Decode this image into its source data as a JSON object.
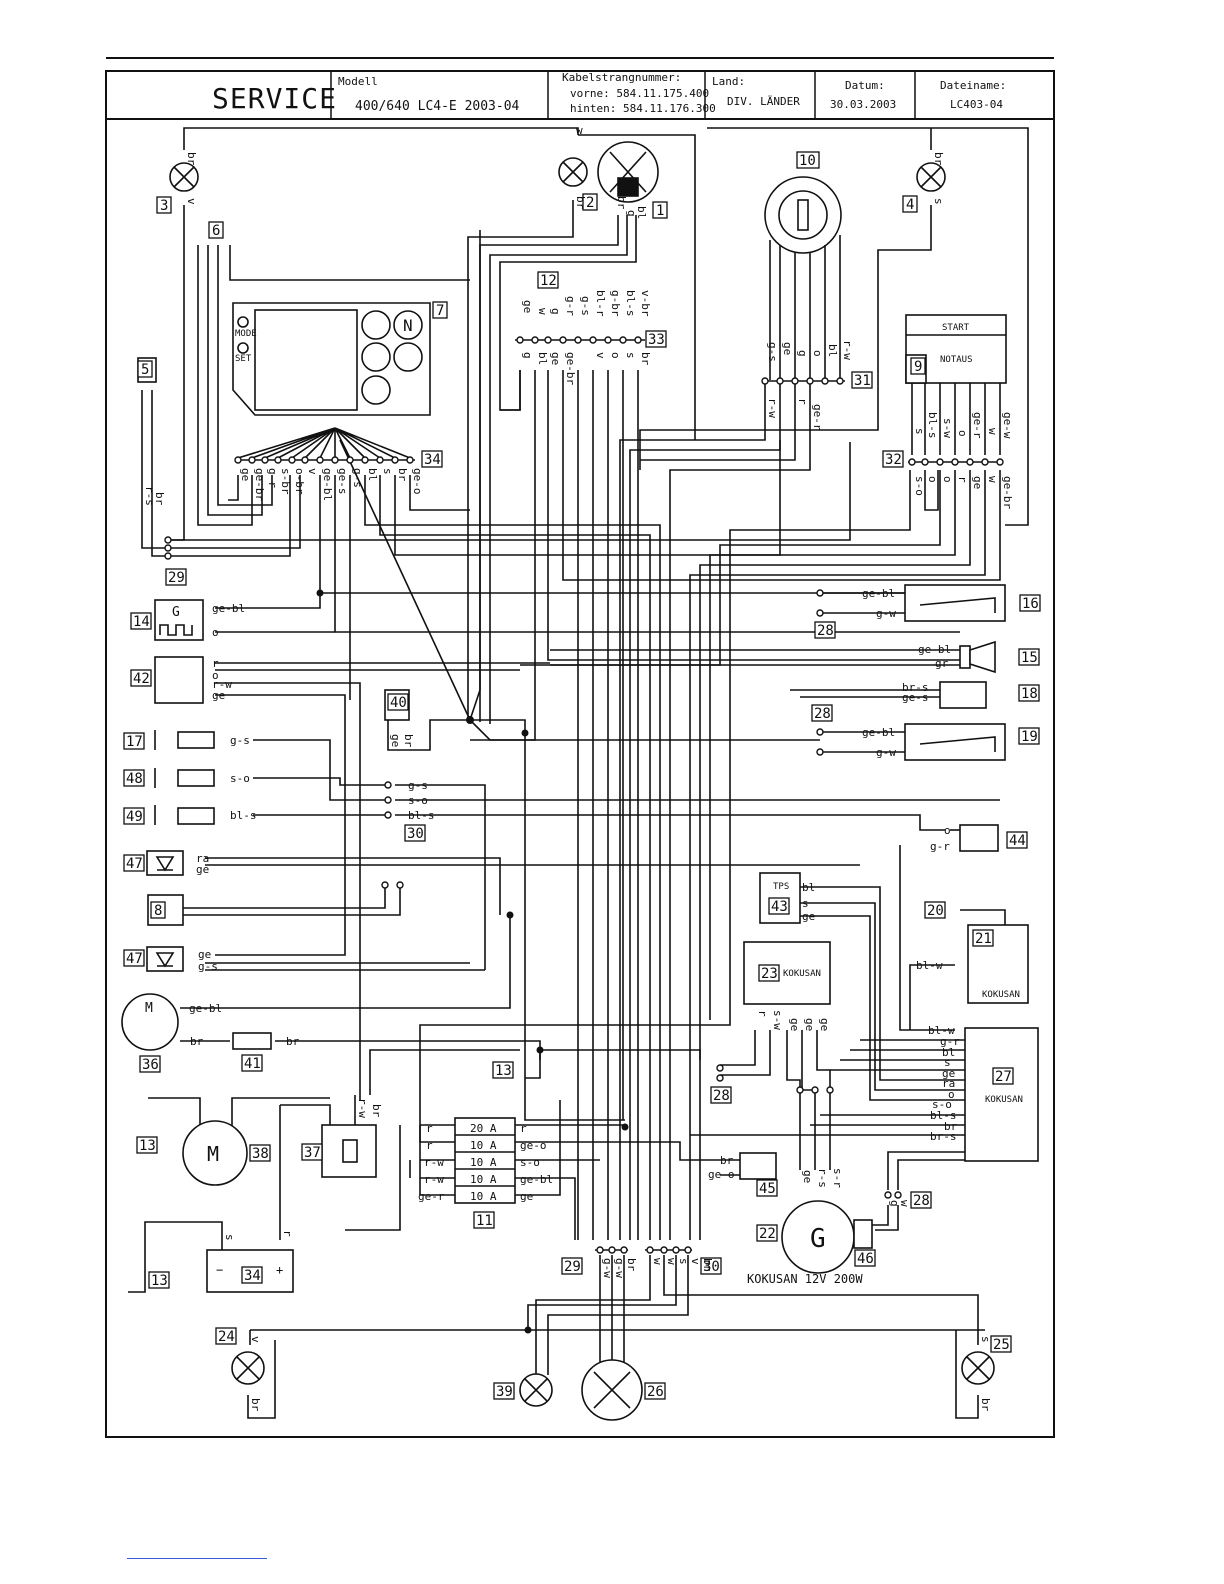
{
  "header": {
    "service": "SERVICE",
    "model_label": "Modell",
    "model_value": "400/640 LC4-E 2003-04",
    "harness_label": "Kabelstrangnummer:",
    "harness_front": "vorne: 584.11.175.400",
    "harness_rear": "hinten: 584.11.176.300",
    "country_label": "Land:",
    "country_value": "DIV. LÄNDER",
    "date_label": "Datum:",
    "date_value": "30.03.2003",
    "file_label": "Dateiname:",
    "file_value": "LC403-04"
  },
  "components": {
    "c1": "1",
    "c2": "2",
    "c3": "3",
    "c4": "4",
    "c5": "5",
    "c6": "6",
    "c7": "7",
    "c8": "8",
    "c9": "9",
    "c10": "10",
    "c11": "11",
    "c12": "12",
    "c13a": "13",
    "c13b": "13",
    "c13c": "13",
    "c14": "14",
    "c15": "15",
    "c16": "16",
    "c17": "17",
    "c18": "18",
    "c19": "19",
    "c20": "20",
    "c21": "21",
    "c22": "22",
    "c23": "23",
    "c24": "24",
    "c25": "25",
    "c26": "26",
    "c27": "27",
    "c28a": "28",
    "c28b": "28",
    "c28c": "28",
    "c28d": "28",
    "c29a": "29",
    "c29b": "29",
    "c30a": "30",
    "c30b": "30",
    "c31": "31",
    "c32": "32",
    "c33": "33",
    "c34a": "34",
    "c34b": "34",
    "c36": "36",
    "c37": "37",
    "c38": "38",
    "c39": "39",
    "c40": "40",
    "c41": "41",
    "c42": "42",
    "c43": "43",
    "c44": "44",
    "c45": "45",
    "c46": "46",
    "c47a": "47",
    "c47b": "47",
    "c48": "48",
    "c49": "49"
  },
  "texts": {
    "start": "START",
    "notaus": "NOTAUS",
    "mode": "MODE",
    "set": "SET",
    "tps": "TPS",
    "kokusan": "KOKUSAN",
    "kokusan_gen": "KOKUSAN 12V 200W",
    "g_letter": "G",
    "m_letter": "M",
    "n_letter": "N"
  },
  "fuses": [
    {
      "in": "r",
      "amp": "20 A",
      "out": "r"
    },
    {
      "in": "r",
      "amp": "10 A",
      "out": "ge-o"
    },
    {
      "in": "r-w",
      "amp": "10 A",
      "out": "s-o"
    },
    {
      "in": "r-w",
      "amp": "10 A",
      "out": "ge-bl"
    },
    {
      "in": "ge-r",
      "amp": "10 A",
      "out": "ge"
    }
  ],
  "wire_labels": {
    "w14a": "ge-bl",
    "w14b": "o",
    "w42a": "r",
    "w42b": "o",
    "w42c": "r-w",
    "w42d": "ge",
    "w17": "g-s",
    "w48": "s-o",
    "w49": "bl-s",
    "w47a1": "ra",
    "w47a2": "ge",
    "w47b1": "ge",
    "w47b2": "g-s",
    "w36": "ge-bl",
    "w36b": "br",
    "w41": "br",
    "w30a": "g-s",
    "w30b": "s-o",
    "w30c": "bl-s",
    "w16a": "ge-bl",
    "w16b": "g-w",
    "w15a": "ge-bl",
    "w15b": "gr",
    "w18a": "br-s",
    "w18b": "ge-s",
    "w19a": "ge-bl",
    "w19b": "g-w",
    "w44a": "o",
    "w44b": "g-r",
    "w43a": "bl",
    "w43b": "s",
    "w43c": "ge",
    "w21": "bl-w",
    "w27": [
      "bl-w",
      "g-r",
      "bl",
      "s",
      "ge",
      "ra",
      "o",
      "s-o",
      "bl-s",
      "br",
      "br-s"
    ],
    "w45a": "br",
    "w45b": "ge-o",
    "w3": "br",
    "w3b": "v",
    "w2": "br",
    "w1": [
      "br",
      "g",
      "bl"
    ],
    "w4": "br",
    "w4b": "s",
    "w33top": [
      "ge",
      "w",
      "g",
      "g-r",
      "g-s",
      "bl-r",
      "g-br",
      "bl-s",
      "v-br"
    ],
    "w33bot": [
      "g",
      "bl",
      "ge",
      "ge-br",
      "v",
      "o",
      "s",
      "br"
    ],
    "w34": [
      "ge",
      "ge-br",
      "g-r",
      "s-br",
      "o-br",
      "v",
      "ge-bl",
      "ge-s",
      "g-s",
      "bl",
      "s",
      "br",
      "ge-o"
    ],
    "w31top": [
      "g-s",
      "ge",
      "g",
      "o",
      "bl",
      "r-w"
    ],
    "w31bot": [
      "r-w",
      "r",
      "ge-r"
    ],
    "w32top": [
      "s",
      "bl-s",
      "s-w",
      "o",
      "ge-r",
      "w",
      "ge-w"
    ],
    "w32bot": [
      "s-o",
      "o",
      "o",
      "r",
      "ge",
      "w",
      "ge-br"
    ],
    "w5": [
      "r-s",
      "br"
    ],
    "w40": [
      "ge",
      "br"
    ],
    "w37": [
      "r-w",
      "br"
    ],
    "w23": [
      "r",
      "s-w",
      "ge",
      "ge",
      "ge"
    ],
    "w22": [
      "ge",
      "r-s",
      "s-r"
    ],
    "w28d": [
      "g",
      "w"
    ],
    "w29bot": [
      "g-w",
      "g-w",
      "br"
    ],
    "w30bot": [
      "w",
      "w",
      "s",
      "v",
      "br"
    ],
    "w24": [
      "v",
      "br"
    ],
    "w25": [
      "s",
      "br"
    ],
    "w34bat": [
      "s",
      "r"
    ],
    "w_top": "w"
  },
  "battery": {
    "minus": "−",
    "plus": "+"
  }
}
